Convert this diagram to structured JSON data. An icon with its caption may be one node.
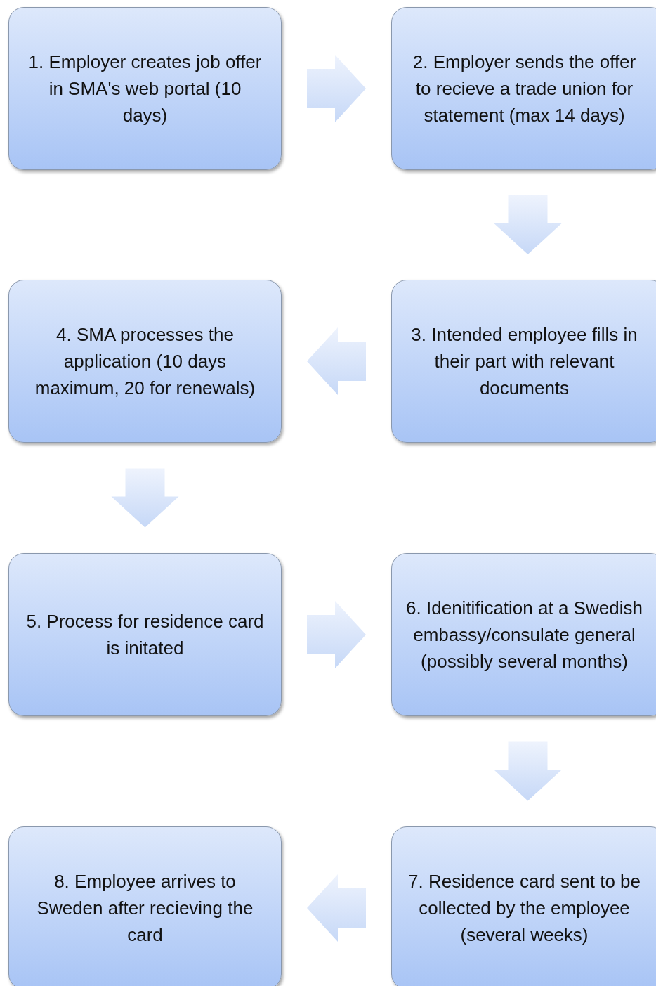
{
  "diagram": {
    "nodes": [
      {
        "text": [
          "1. Employer creates job offer in SMA's web portal (10 days)"
        ]
      },
      {
        "text": [
          "2. Employer sends the offer to recieve a trade union for statement (max 14 days)"
        ]
      },
      {
        "text": [
          "3. Intended employee fills in their part with relevant documents"
        ]
      },
      {
        "text": [
          "4. SMA processes the application (10 days maximum, 20 for renewals)"
        ]
      },
      {
        "text": [
          "5. Process for residence card is initated"
        ]
      },
      {
        "text": [
          "6. Idenitification at a Swedish embassy/consulate general (possibly several months)"
        ]
      },
      {
        "text": [
          "7. Residence card sent to be collected by the employee (several weeks)"
        ]
      },
      {
        "text": [
          "8. Employee arrives to Sweden after recieving the card"
        ]
      }
    ],
    "edges": [
      {
        "from": 0,
        "to": 1,
        "arrow": "to"
      },
      {
        "from": 1,
        "to": 2,
        "arrow": "to"
      },
      {
        "from": 2,
        "to": 3,
        "arrow": "to"
      },
      {
        "from": 3,
        "to": 4,
        "arrow": "to"
      },
      {
        "from": 4,
        "to": 5,
        "arrow": "to"
      },
      {
        "from": 5,
        "to": 6,
        "arrow": "to"
      },
      {
        "from": 6,
        "to": 7,
        "arrow": "to"
      }
    ]
  }
}
